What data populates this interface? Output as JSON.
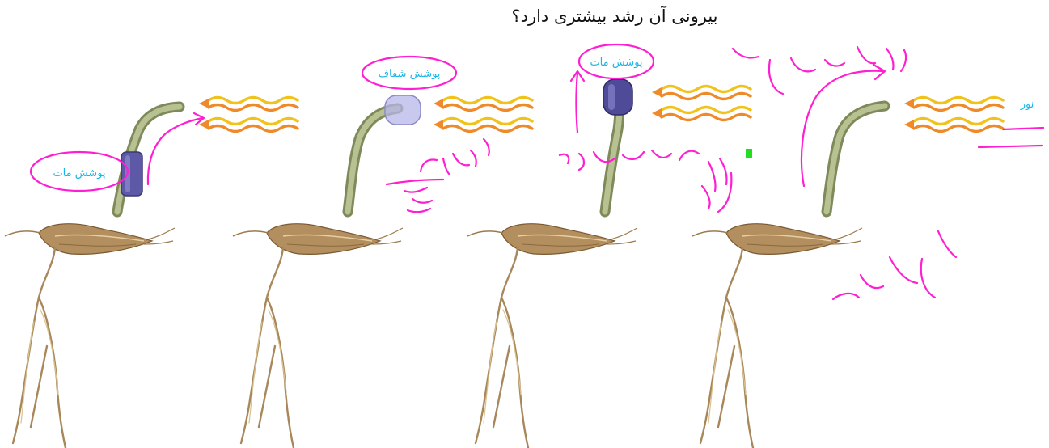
{
  "question": "بیرونی آن رشد بیشتری دارد؟",
  "labels": {
    "opaque_cover_1": "پوشش مات",
    "transparent_cover": "پوشش شفاف",
    "opaque_cover_2": "پوشش مات",
    "light": "نور"
  },
  "colors": {
    "ink": "#ff1fd2",
    "label_text": "#1bb6e6",
    "green_marker": "#22dd22"
  }
}
